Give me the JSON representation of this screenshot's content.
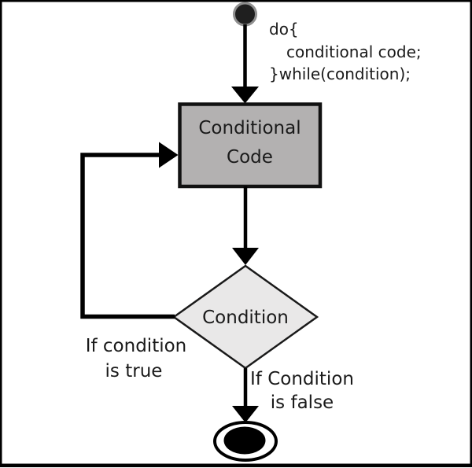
{
  "diagram_type": "do-while-loop-flowchart",
  "frame": {
    "border_color": "#000000",
    "background": "#ffffff"
  },
  "code_annotation": {
    "lines": [
      "do{",
      "conditional code;",
      "}while(condition);"
    ]
  },
  "nodes": {
    "start": {
      "kind": "initial-state",
      "fill": "#1f1f1f",
      "ring": "#8f8f8f"
    },
    "process": {
      "line1": "Conditional",
      "line2": "Code",
      "fill": "#b3b1b1",
      "border": "#111111"
    },
    "decision": {
      "label": "Condition",
      "fill": "#e9e8e8",
      "border": "#1a1a1a"
    },
    "end": {
      "kind": "final-state",
      "fill": "#000000",
      "ring": "#000000"
    }
  },
  "branches": {
    "true_branch": {
      "line1": "If condition",
      "line2": "is true"
    },
    "false_branch": {
      "line1": "If Condition",
      "line2": "is false"
    }
  },
  "colors": {
    "connector": "#000000",
    "text": "#1a1a1a"
  }
}
